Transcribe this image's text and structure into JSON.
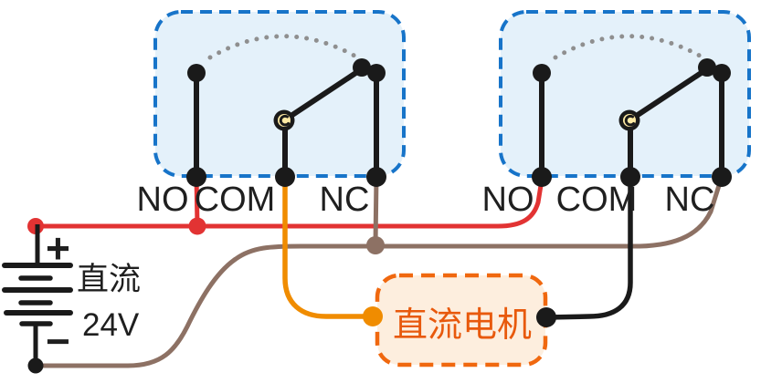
{
  "colors": {
    "red": "#e23333",
    "brown": "#8d7164",
    "orange": "#f08c00",
    "wire-black": "#1a1a1a",
    "relay-border": "#1774c9",
    "relay-fill": "#e4f1fa",
    "arc-gray": "#8f8f8f",
    "pivot-fill": "#ffeaa3",
    "label": "#1f1f1f",
    "motor-border": "#f0680f",
    "motor-fill": "#fdeede",
    "motor-text": "#e8590c"
  },
  "relay1": {
    "no": "NO",
    "com": "COM",
    "nc": "NC"
  },
  "relay2": {
    "no": "NO",
    "com": "COM",
    "nc": "NC"
  },
  "battery": {
    "plus": "+",
    "minus": "−",
    "type_label": "直流",
    "voltage_label": "24V"
  },
  "motor": {
    "label": "直流电机"
  }
}
